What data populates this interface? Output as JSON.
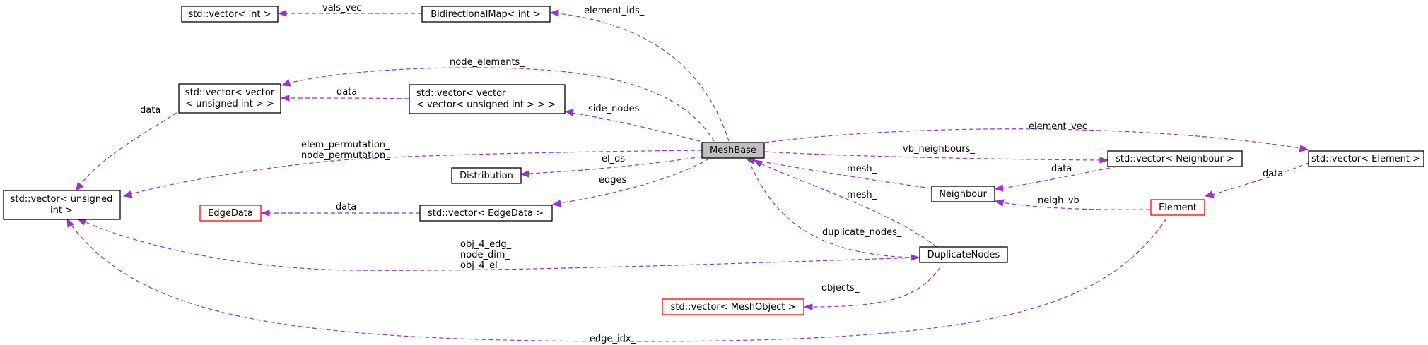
{
  "nodes": {
    "meshbase": "MeshBase",
    "std_vector_int": "std::vector< int >",
    "bidirectional_map": "BidirectionalMap< int >",
    "vec_vec_uint": [
      "std::vector< vector",
      "< unsigned int > >"
    ],
    "vec_vec_vec_uint": [
      "std::vector< vector",
      "< vector< unsigned int > > >"
    ],
    "vec_uint": [
      "std::vector< unsigned",
      "int >"
    ],
    "distribution": "Distribution",
    "edgedata": "EdgeData",
    "vec_edgedata": "std::vector< EdgeData >",
    "vec_neighbour": "std::vector< Neighbour >",
    "neighbour": "Neighbour",
    "vec_element": "std::vector< Element >",
    "element": "Element",
    "duplicatenodes": "DuplicateNodes",
    "vec_meshobject": "std::vector< MeshObject >"
  },
  "edges": {
    "vals_vec": "vals_vec",
    "element_ids": "element_ids_",
    "node_elements": "node_elements_",
    "data_vvu": "data",
    "side_nodes": "side_nodes",
    "data_vu": "data",
    "elem_permutation": [
      "elem_permutation_",
      "node_permutation_"
    ],
    "el_ds": "el_ds",
    "edges": "edges",
    "data_edgedata": "data",
    "element_vec": "element_vec_",
    "vb_neighbours": "vb_neighbours_",
    "data_neighbour": "data",
    "mesh_neighbour": "mesh_",
    "mesh_duplicate": "mesh_",
    "data_element": "data",
    "neigh_vb": "neigh_vb",
    "duplicate_nodes": "duplicate_nodes_",
    "obj_4": [
      "obj_4_edg_",
      "node_dim_",
      "obj_4_el_"
    ],
    "objects": "objects_",
    "edge_idx": "edge_idx_"
  }
}
